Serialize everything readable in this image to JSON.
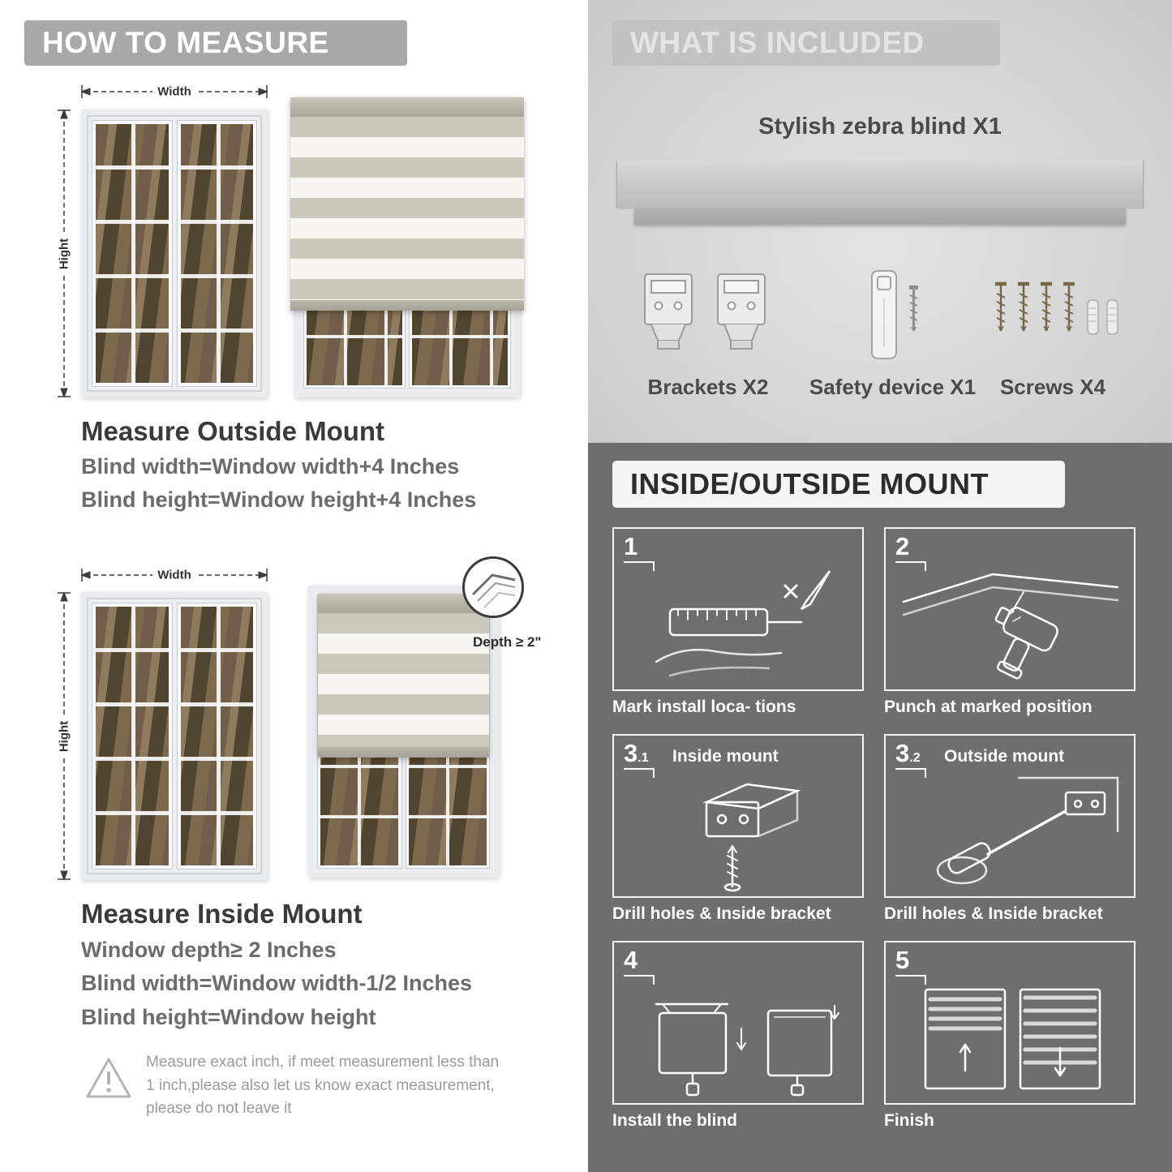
{
  "left": {
    "header": "HOW TO MEASURE",
    "outside": {
      "width_label": "Width",
      "height_label": "Hight",
      "title": "Measure Outside Mount",
      "lines": [
        "Blind width=Window width+4 Inches",
        "Blind height=Window height+4 Inches"
      ]
    },
    "inside": {
      "width_label": "Width",
      "height_label": "Hight",
      "depth_label": "Depth ≥ 2\"",
      "title": "Measure Inside Mount",
      "lines": [
        "Window depth≥ 2 Inches",
        "Blind width=Window width-1/2 Inches",
        "Blind height=Window height"
      ]
    },
    "warning_text": "Measure exact inch, if meet measurement less than 1 inch,please also let us know exact measurement, please do not leave it"
  },
  "right": {
    "included": {
      "header": "WHAT IS INCLUDED",
      "product_label": "Stylish zebra blind X1",
      "items": [
        {
          "label": "Brackets X2"
        },
        {
          "label": "Safety device X1"
        },
        {
          "label": "Screws X4"
        }
      ]
    },
    "mount": {
      "header": "INSIDE/OUTSIDE MOUNT",
      "steps": [
        {
          "num": "1",
          "sub": "",
          "title": "",
          "caption": "Mark install loca- tions"
        },
        {
          "num": "2",
          "sub": "",
          "title": "",
          "caption": "Punch at  marked position"
        },
        {
          "num": "3",
          "sub": ".1",
          "title": "Inside mount",
          "caption": "Drill holes &  Inside bracket"
        },
        {
          "num": "3",
          "sub": ".2",
          "title": "Outside mount",
          "caption": "Drill holes &  Inside bracket"
        },
        {
          "num": "4",
          "sub": "",
          "title": "",
          "caption": "Install the blind"
        },
        {
          "num": "5",
          "sub": "",
          "title": "",
          "caption": "Finish"
        }
      ]
    }
  },
  "colors": {
    "left_header_bg": "#a8a8a8",
    "right_top_bg": "#d6d6d6",
    "dark_bg": "#6e6e6e",
    "heading_text": "#3a3a3a",
    "body_text": "#6c6c6c"
  }
}
